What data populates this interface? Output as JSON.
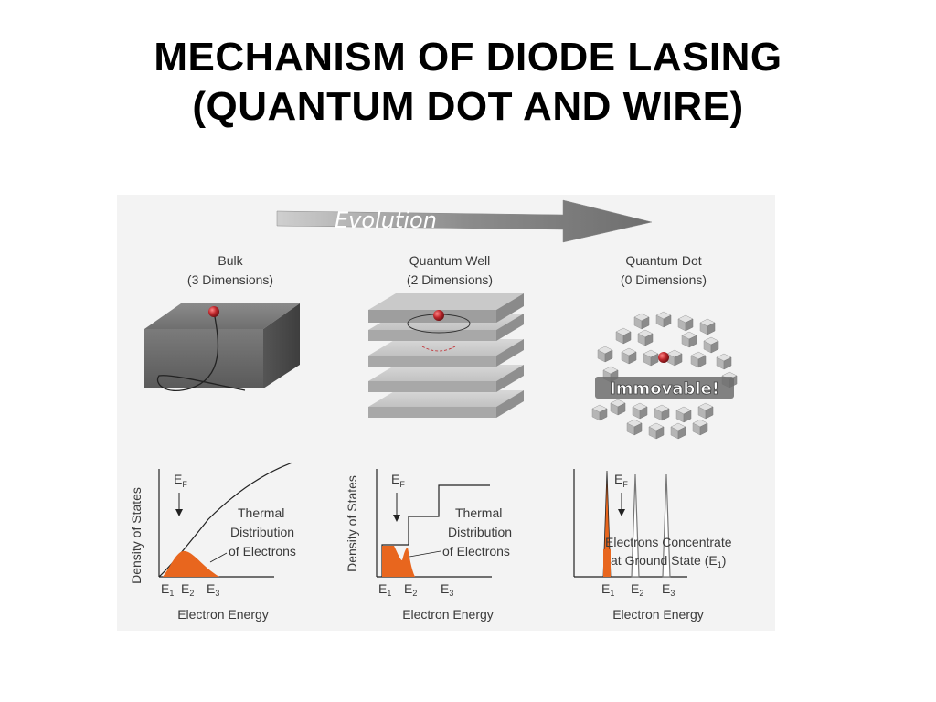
{
  "slide": {
    "title_line1": "MECHANISM OF DIODE LASING",
    "title_line2": "(QUANTUM DOT AND WIRE)"
  },
  "figure": {
    "arrow_label": "Evolution",
    "panels": [
      {
        "name": "Bulk",
        "dimensions": "(3 Dimensions)",
        "ef_label": "E",
        "ef_sub": "F",
        "annotation": [
          "Thermal",
          "Distribution",
          "of Electrons"
        ],
        "x_ticks": [
          "E",
          "E",
          "E"
        ],
        "x_tick_subs": [
          "1",
          "2",
          "3"
        ],
        "xlabel": "Electron Energy",
        "ylabel": "Density of States"
      },
      {
        "name": "Quantum Well",
        "dimensions": "(2 Dimensions)",
        "ef_label": "E",
        "ef_sub": "F",
        "annotation": [
          "Thermal",
          "Distribution",
          "of Electrons"
        ],
        "x_ticks": [
          "E",
          "E",
          "E"
        ],
        "x_tick_subs": [
          "1",
          "2",
          "3"
        ],
        "xlabel": "Electron Energy",
        "ylabel": "Density of States"
      },
      {
        "name": "Quantum Dot",
        "dimensions": "(0 Dimensions)",
        "ef_label": "E",
        "ef_sub": "F",
        "annotation": [
          "Electrons Concentrate",
          "at Ground State (E"
        ],
        "annotation_sub": "1",
        "annotation_close": ")",
        "badge": "Immovable!",
        "x_ticks": [
          "E",
          "E",
          "E"
        ],
        "x_tick_subs": [
          "1",
          "2",
          "3"
        ],
        "xlabel": "Electron Energy"
      }
    ],
    "colors": {
      "distribution_fill": "#e8661e",
      "electron": "#c0282d",
      "arrow": "#7a7a7a"
    }
  }
}
